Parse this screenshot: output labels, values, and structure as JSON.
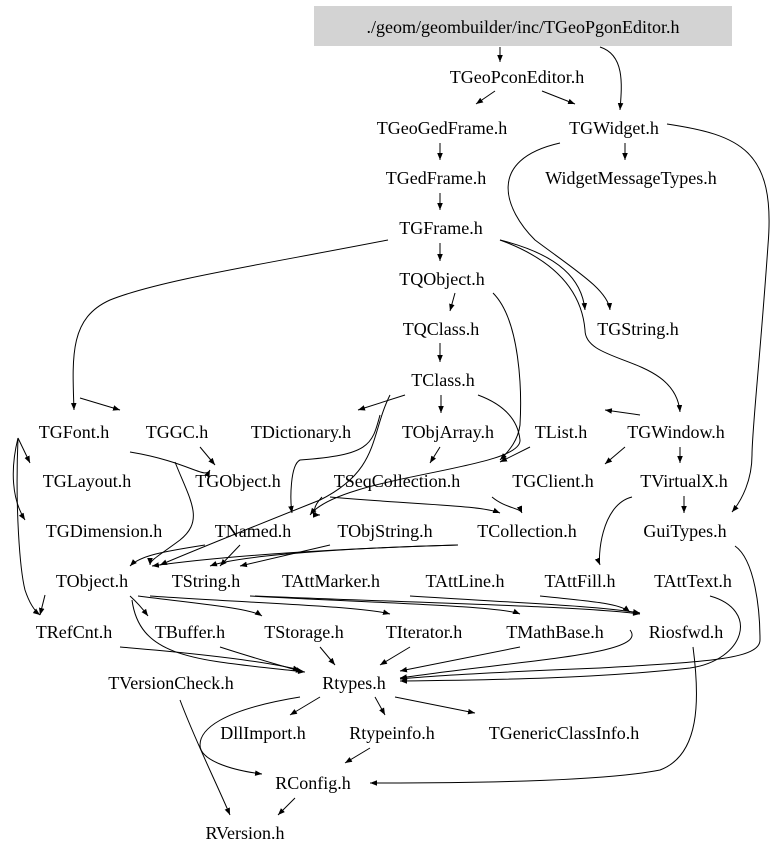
{
  "diagram": {
    "root_fill": "#d3d3d3",
    "edge_color": "#000000",
    "nodes": {
      "root": "./geom/geombuilder/inc/TGeoPgonEditor.h",
      "TGeoPconEditor": "TGeoPconEditor.h",
      "TGeoGedFrame": "TGeoGedFrame.h",
      "TGWidget": "TGWidget.h",
      "TGedFrame": "TGedFrame.h",
      "WidgetMessageTypes": "WidgetMessageTypes.h",
      "TGFrame": "TGFrame.h",
      "TQObject": "TQObject.h",
      "TQClass": "TQClass.h",
      "TGString": "TGString.h",
      "TClass": "TClass.h",
      "TGFont": "TGFont.h",
      "TGGC": "TGGC.h",
      "TDictionary": "TDictionary.h",
      "TObjArray": "TObjArray.h",
      "TList": "TList.h",
      "TGWindow": "TGWindow.h",
      "TGLayout": "TGLayout.h",
      "TGObject": "TGObject.h",
      "TSeqCollection": "TSeqCollection.h",
      "TGClient": "TGClient.h",
      "TVirtualX": "TVirtualX.h",
      "TGDimension": "TGDimension.h",
      "TNamed": "TNamed.h",
      "TObjString": "TObjString.h",
      "TCollection": "TCollection.h",
      "GuiTypes": "GuiTypes.h",
      "TObject": "TObject.h",
      "TString": "TString.h",
      "TAttMarker": "TAttMarker.h",
      "TAttLine": "TAttLine.h",
      "TAttFill": "TAttFill.h",
      "TAttText": "TAttText.h",
      "TRefCnt": "TRefCnt.h",
      "TBuffer": "TBuffer.h",
      "TStorage": "TStorage.h",
      "TIterator": "TIterator.h",
      "TMathBase": "TMathBase.h",
      "Riosfwd": "Riosfwd.h",
      "TVersionCheck": "TVersionCheck.h",
      "Rtypes": "Rtypes.h",
      "DllImport": "DllImport.h",
      "Rtypeinfo": "Rtypeinfo.h",
      "TGenericClassInfo": "TGenericClassInfo.h",
      "RConfig": "RConfig.h",
      "RVersion": "RVersion.h"
    }
  }
}
